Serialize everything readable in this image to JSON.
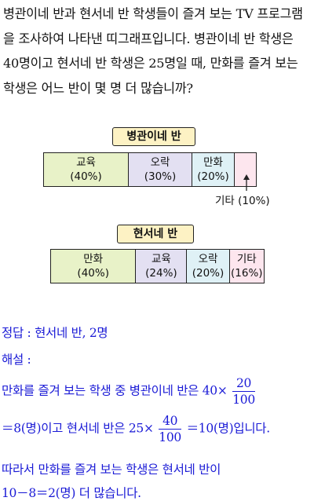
{
  "problem": {
    "text": "병관이네 반과 현서네 반 학생들이 즐겨 보는 TV 프로그램을 조사하여 나타낸 띠그래프입니다. 병관이네 반 학생은 40명이고 현서네 반 학생은 25명일 때, 만화를 즐겨 보는 학생은 어느 반이 몇 명 더 많습니까?"
  },
  "graph1": {
    "title": "병관이네 반",
    "segments": [
      {
        "label": "교육",
        "percent": "(40%)",
        "value": 40,
        "color": "#e8f2c8"
      },
      {
        "label": "오락",
        "percent": "(30%)",
        "value": 30,
        "color": "#e3e0f2"
      },
      {
        "label": "만화",
        "percent": "(20%)",
        "value": 20,
        "color": "#dff1f6"
      },
      {
        "label": "",
        "percent": "",
        "value": 10,
        "color": "#fde6ee"
      }
    ],
    "etc_label": "기타 (10%)"
  },
  "graph2": {
    "title": "현서네 반",
    "segments": [
      {
        "label": "만화",
        "percent": "(40%)",
        "value": 40,
        "color": "#e8f2c8"
      },
      {
        "label": "교육",
        "percent": "(24%)",
        "value": 24,
        "color": "#e3e0f2"
      },
      {
        "label": "오락",
        "percent": "(20%)",
        "value": 20,
        "color": "#dff1f6"
      },
      {
        "label": "기타",
        "percent": "(16%)",
        "value": 16,
        "color": "#fde6ee"
      }
    ]
  },
  "solution": {
    "answer": "정답 : 현서네 반, 2명",
    "heading": "해설 :",
    "line1_text": "만화를 즐겨 보는 학생 중 병관이네 반은 40×",
    "frac1_num": "20",
    "frac1_den": "100",
    "line2_pre": "＝8(명)이고 현서네 반은 25×",
    "frac2_num": "40",
    "frac2_den": "100",
    "line2_post": "＝10(명)입니다.",
    "line3": "따라서 만화를 즐겨 보는 학생은 현서네 반이",
    "line4": "10－8＝2(명) 더 많습니다."
  }
}
